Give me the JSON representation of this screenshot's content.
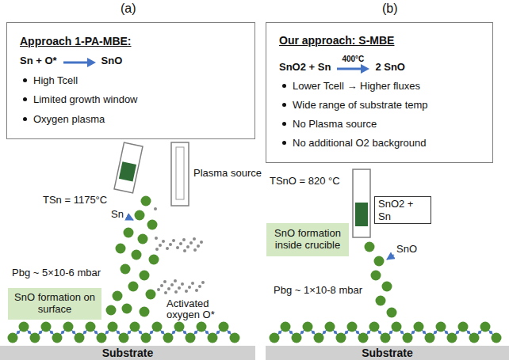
{
  "diagram": {
    "nodes": [
      {
        "text": [
          "Approach 1-PA-MBE:",
          "Sn + O*",
          "SnO",
          "High Tcell",
          "Limited growth window",
          "Oxygen plasma"
        ]
      },
      {
        "text": [
          "Our approach: S-MBE",
          "SnO2 + Sn",
          "400°C",
          "2 SnO",
          "Lower Tcell → Higher fluxes",
          "Wide range of substrate temp",
          "No Plasma source",
          "No additional O2 background"
        ]
      },
      {
        "text": [
          "Substrate"
        ]
      },
      {
        "text": [
          "Substrate"
        ]
      },
      {
        "text": [
          "SnO formation on surface"
        ]
      },
      {
        "text": [
          "SnO formation inside crucible"
        ]
      },
      {
        "text": [
          "SnO2 + Sn"
        ]
      }
    ],
    "labels": [
      "(a)",
      "(b)",
      "TSn = 1175°C",
      "Sn",
      "Plasma source",
      "Pbg ~ 5×10-6 mbar",
      "Activated oxygen O*",
      "TSnO = 820 °C",
      "SnO",
      "Pbg ~ 1×10-8 mbar"
    ]
  }
}
